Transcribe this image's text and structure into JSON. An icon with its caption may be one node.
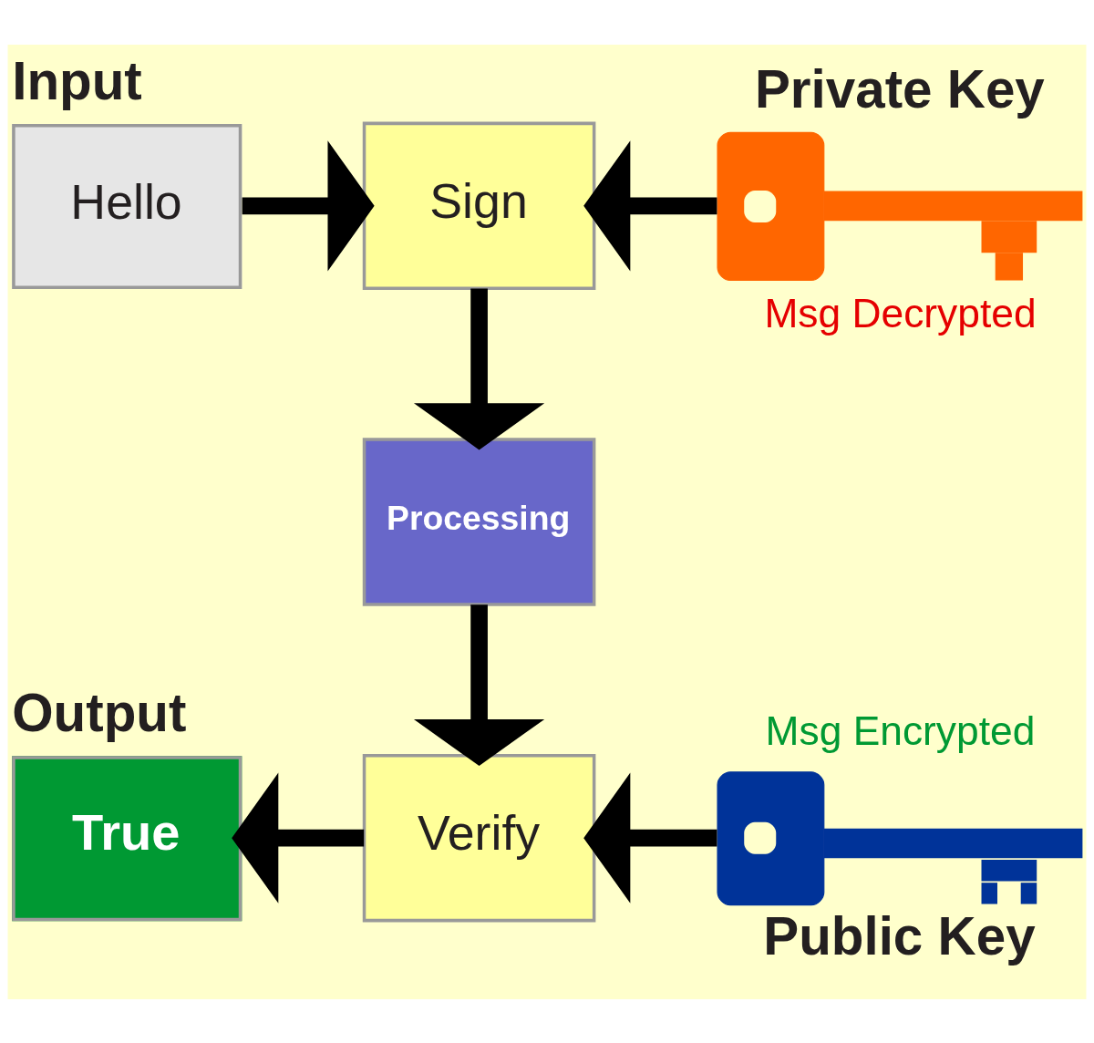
{
  "diagram": {
    "nodes": [
      {
        "text": [
          "Input",
          "Hello"
        ]
      },
      {
        "text": [
          "Sign"
        ]
      },
      {
        "text": [
          "Private Key"
        ],
        "beside": [
          "Msg Decrypted"
        ]
      },
      {
        "text": [
          "Processing"
        ]
      },
      {
        "text": [
          "Output",
          "True"
        ]
      },
      {
        "text": [
          "Verify"
        ]
      },
      {
        "text": [
          "Public Key"
        ],
        "beside": [
          "Msg Encrypted"
        ]
      }
    ],
    "edges": [
      {
        "from": 0,
        "to": 1,
        "arrow": "to"
      },
      {
        "from": 2,
        "to": 1,
        "arrow": "to"
      },
      {
        "from": 1,
        "to": 3,
        "arrow": "to"
      },
      {
        "from": 3,
        "to": 5,
        "arrow": "to"
      },
      {
        "from": 6,
        "to": 5,
        "arrow": "to"
      },
      {
        "from": 5,
        "to": 4,
        "arrow": "to"
      }
    ]
  }
}
